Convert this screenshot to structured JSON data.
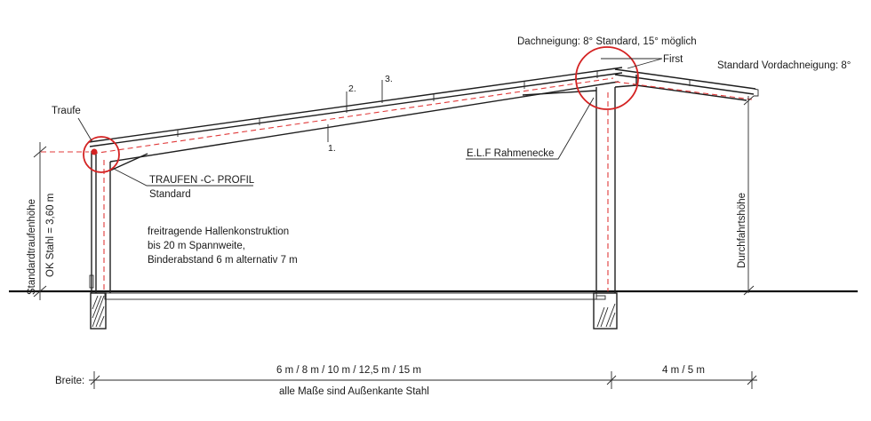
{
  "labels": {
    "roof_pitch": "Dachneigung: 8° Standard, 15° möglich",
    "ridge": "First",
    "canopy_pitch": "Standard Vordachneigung: 8°",
    "eave": "Traufe",
    "layer2": "2.",
    "layer3": "3.",
    "layer1": "1.",
    "corner": "E.L.F Rahmenecke",
    "profile": "TRAUFEN -C- PROFIL",
    "profile_sub": "Standard",
    "desc1": "freitragende Hallenkonstruktion",
    "desc2": "bis 20 m Spannweite,",
    "desc3": "Binderabstand 6 m alternativ 7 m",
    "eave_height": "Standardtraufenhöhe",
    "steel_height": "OK Stahl = 3,60 m",
    "clearance": "Durchfahrtshöhe",
    "width_label": "Breite:",
    "width_values": "6 m / 8 m / 10 m / 12,5 m / 15 m",
    "canopy_width": "4 m / 5 m",
    "note": "alle Maße sind Außenkante Stahl"
  }
}
